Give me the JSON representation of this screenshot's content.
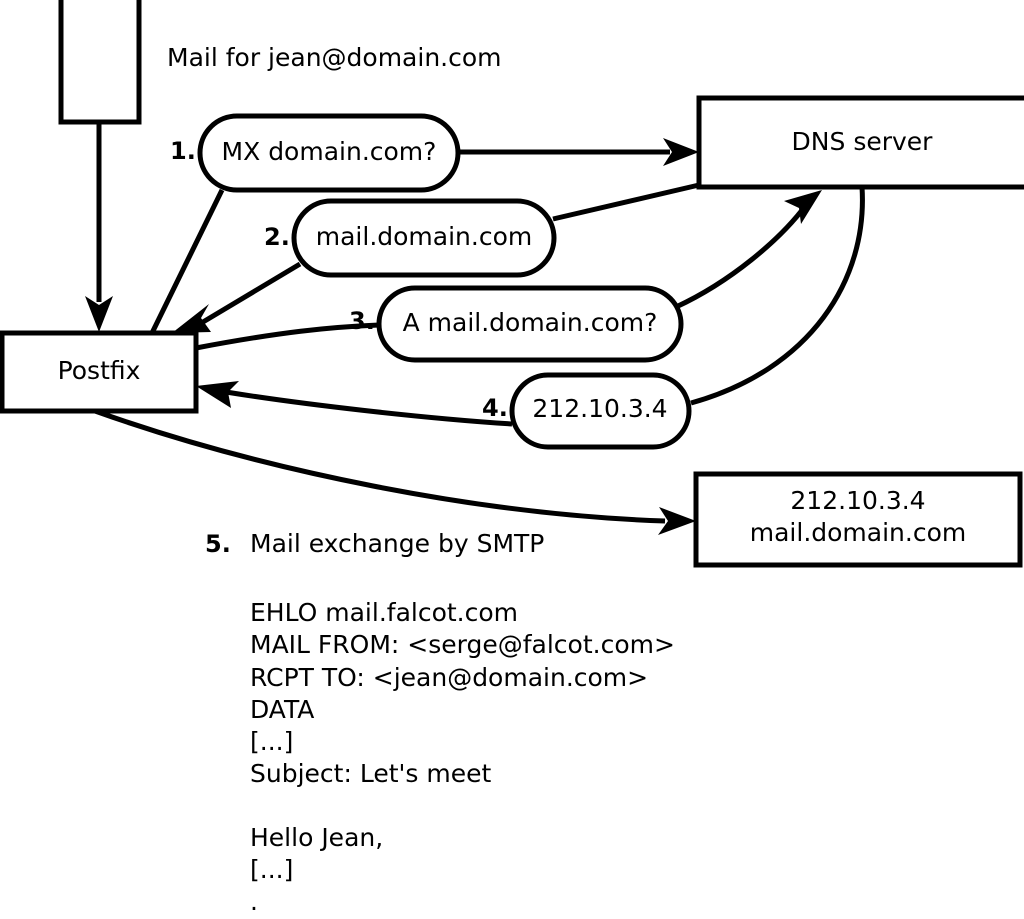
{
  "diagram": {
    "title_label": "Mail for jean@domain.com",
    "nodes": {
      "client": {
        "label": ""
      },
      "postfix": {
        "label": "Postfix"
      },
      "dns": {
        "label": "DNS server"
      },
      "destination": {
        "line1": "212.10.3.4",
        "line2": "mail.domain.com"
      }
    },
    "steps": [
      {
        "number": "1.",
        "message": "MX domain.com?"
      },
      {
        "number": "2.",
        "message": "mail.domain.com"
      },
      {
        "number": "3.",
        "message": "A mail.domain.com?"
      },
      {
        "number": "4.",
        "message": "212.10.3.4"
      },
      {
        "number": "5.",
        "message": "Mail exchange by SMTP"
      }
    ],
    "transcript": [
      "EHLO mail.falcot.com",
      "MAIL FROM: <serge@falcot.com>",
      "RCPT TO: <jean@domain.com>",
      "DATA",
      "[...]",
      "Subject: Let's meet",
      "",
      "Hello Jean,",
      "[...]",
      "."
    ],
    "colors": {
      "stroke": "#000000",
      "fill": "#ffffff",
      "text": "#000000"
    }
  }
}
